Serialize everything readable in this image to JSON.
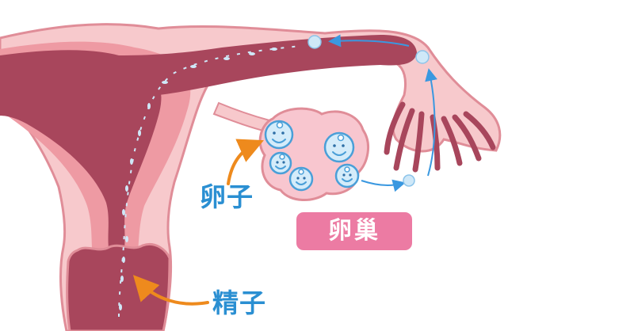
{
  "labels": {
    "egg": "卵子",
    "sperm": "精子",
    "ovary": "卵巢"
  },
  "colors": {
    "label_text": "#2a8fd2",
    "badge_fill": "#ec7ba3",
    "badge_text": "#ffffff",
    "tissue_light": "#f7c9cc",
    "tissue_outline": "#e08d98",
    "tissue_mid": "#ee9aa3",
    "tissue_dark": "#a8465c",
    "ovary_fill": "#f8c6cf",
    "follicle_fill": "#d4ecfa",
    "follicle_outline": "#4a9fd8",
    "migration_arrow": "#3a98e0",
    "pointer_arrow": "#ee8a1d",
    "sperm_dots": "#cfe8f8"
  }
}
